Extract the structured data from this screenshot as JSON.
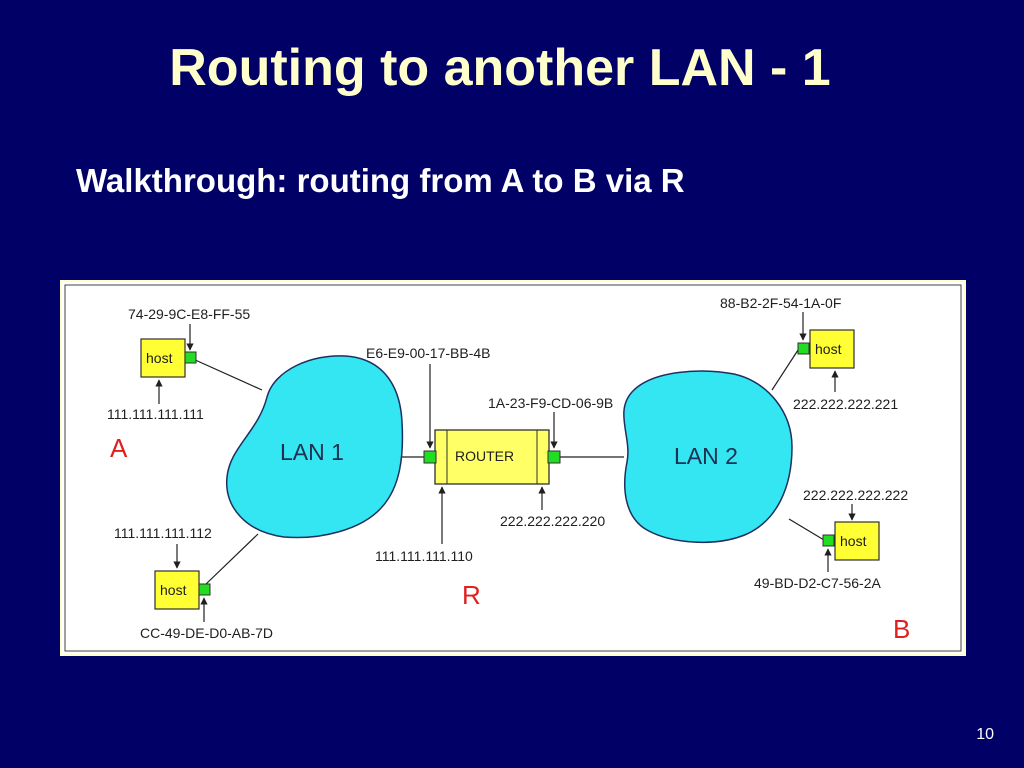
{
  "slide": {
    "title": "Routing to another LAN - 1",
    "subtitle": "Walkthrough: routing from A to B via R",
    "page_number": "10"
  },
  "diagram": {
    "colors": {
      "lan_fill": "#33e6f2",
      "host_fill": "#ffff33",
      "router_fill": "#ffff66",
      "adapter_fill": "#22dd22",
      "tag_color": "#e02020"
    },
    "lans": [
      {
        "id": "lan1",
        "label": "LAN 1"
      },
      {
        "id": "lan2",
        "label": "LAN 2"
      }
    ],
    "router": {
      "label": "ROUTER",
      "tag": "R"
    },
    "host_a": {
      "label": "host",
      "mac": "74-29-9C-E8-FF-55",
      "ip": "111.111.111.111",
      "tag": "A"
    },
    "host_b": {
      "label": "host",
      "mac": "49-BD-D2-C7-56-2A",
      "ip": "222.222.222.222",
      "tag": "B"
    },
    "host_lan1_bottom": {
      "label": "host",
      "mac": "CC-49-DE-D0-AB-7D",
      "ip": "111.111.111.112"
    },
    "host_lan2_top": {
      "label": "host",
      "mac": "88-B2-2F-54-1A-0F",
      "ip": "222.222.222.221"
    },
    "router_left_interface": {
      "mac": "E6-E9-00-17-BB-4B",
      "ip": "111.111.111.110"
    },
    "router_right_interface": {
      "mac": "1A-23-F9-CD-06-9B",
      "ip": "222.222.222.220"
    }
  }
}
